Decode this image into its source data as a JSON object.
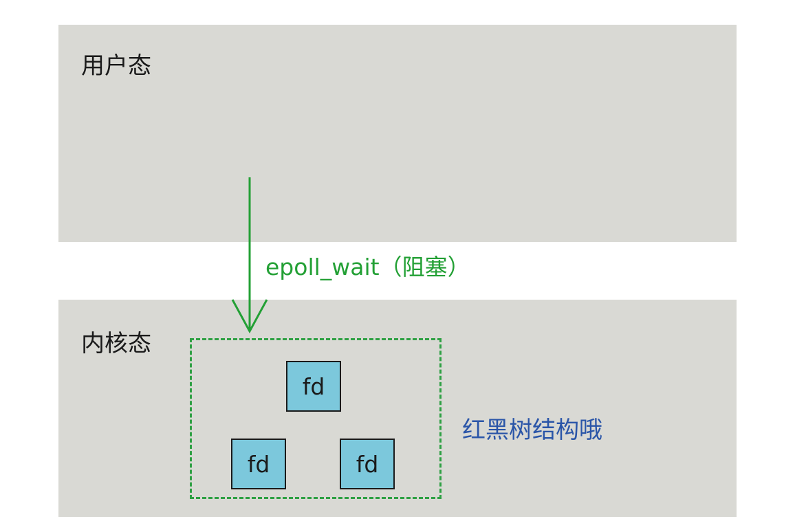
{
  "user_space": {
    "label": "用户态"
  },
  "kernel_space": {
    "label": "内核态"
  },
  "call": {
    "label": "epoll_wait（阻塞）"
  },
  "tree": {
    "nodes": [
      {
        "label": "fd"
      },
      {
        "label": "fd"
      },
      {
        "label": "fd"
      }
    ],
    "note": "红黑树结构哦"
  },
  "colors": {
    "panel": "#d9d9d4",
    "arrow": "#23a035",
    "dashed_box": "#2ea043",
    "fd_fill": "#7cc8dc",
    "note_text": "#2a55a8"
  }
}
